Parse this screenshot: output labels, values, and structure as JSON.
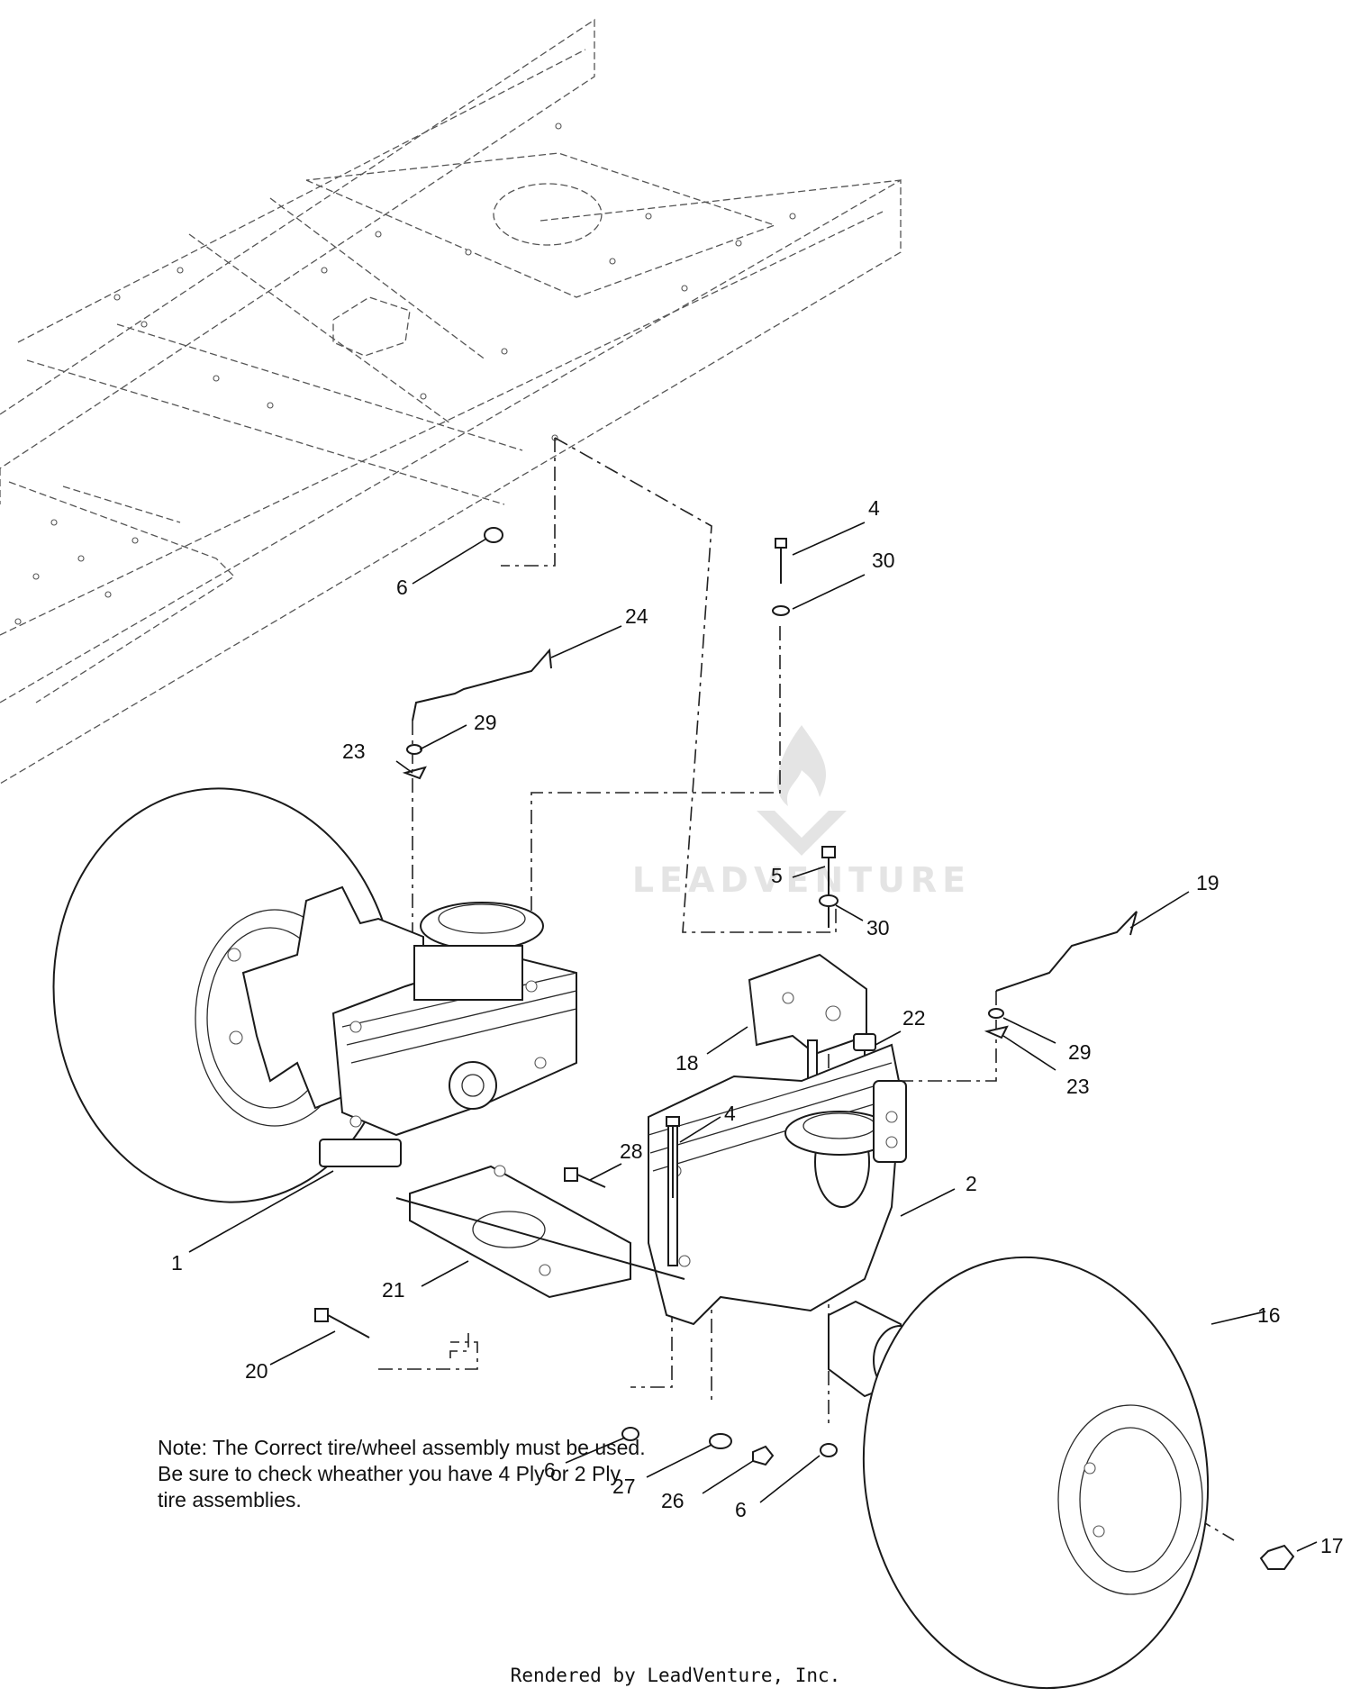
{
  "callouts": [
    {
      "id": "c6a",
      "label": "6"
    },
    {
      "id": "c4a",
      "label": "4"
    },
    {
      "id": "c30a",
      "label": "30"
    },
    {
      "id": "c24",
      "label": "24"
    },
    {
      "id": "c23a",
      "label": "23"
    },
    {
      "id": "c29a",
      "label": "29"
    },
    {
      "id": "c5",
      "label": "5"
    },
    {
      "id": "c19",
      "label": "19"
    },
    {
      "id": "c30b",
      "label": "30"
    },
    {
      "id": "c22",
      "label": "22"
    },
    {
      "id": "c18",
      "label": "18"
    },
    {
      "id": "c29b",
      "label": "29"
    },
    {
      "id": "c23b",
      "label": "23"
    },
    {
      "id": "c4b",
      "label": "4"
    },
    {
      "id": "c28",
      "label": "28"
    },
    {
      "id": "c2",
      "label": "2"
    },
    {
      "id": "c1",
      "label": "1"
    },
    {
      "id": "c21",
      "label": "21"
    },
    {
      "id": "c16",
      "label": "16"
    },
    {
      "id": "c20",
      "label": "20"
    },
    {
      "id": "c6b",
      "label": "6"
    },
    {
      "id": "c27",
      "label": "27"
    },
    {
      "id": "c26",
      "label": "26"
    },
    {
      "id": "c6c",
      "label": "6"
    },
    {
      "id": "c17",
      "label": "17"
    }
  ],
  "note": {
    "line1": "Note: The Correct tire/wheel assembly must be used.",
    "line2": "Be sure to check wheather you have 4 Ply or 2 Ply",
    "line3": "tire assemblies."
  },
  "footer": {
    "credit": "Rendered by LeadVenture, Inc."
  },
  "watermark": {
    "text": "LEADVENTURE"
  }
}
